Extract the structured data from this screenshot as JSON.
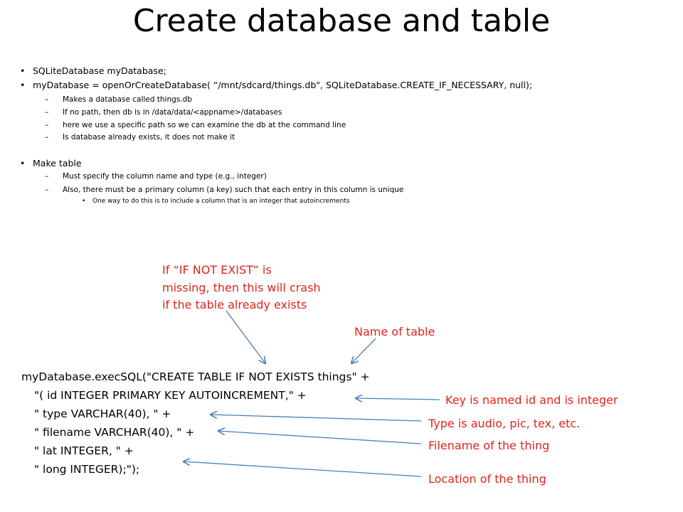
{
  "title": "Create database and table",
  "bullets": {
    "b1": "SQLiteDatabase myDatabase;",
    "b2": "myDatabase = openOrCreateDatabase( “/mnt/sdcard/things.db\", SQLiteDatabase.CREATE_IF_NECESSARY, null);",
    "b2_subs": [
      "Makes a database called things.db",
      "If no path, then db is in /data/data/<appname>/databases",
      "here we use a specific path so we can examine the db at the command line",
      "Is database already exists, it does not make it"
    ],
    "b3": "Make table",
    "b3_subs": [
      "Must specify the column name and type (e.g., integer)",
      "Also, there must be a primary column (a key) such that each entry in this column is unique"
    ],
    "b3_subsub": "One way to do this is to include a column that is an integer that autoincrements",
    "bullet_mark": "•",
    "dash_mark": "–"
  },
  "code": [
    "myDatabase.execSQL(\"CREATE  TABLE IF NOT EXISTS things\" +",
    "\"( id INTEGER PRIMARY KEY AUTOINCREMENT,\" +",
    "\" type VARCHAR(40),  \" +",
    "\" filename VARCHAR(40),  \" +",
    "\" lat INTEGER,  \" +",
    "\" long INTEGER);\");"
  ],
  "annotations": {
    "if_not_exist": [
      "If “IF NOT EXIST” is",
      "missing, then this will crash",
      "if the table already exists"
    ],
    "table_name": "Name of table",
    "key": "Key is named id and is integer",
    "type": "Type is audio, pic, tex, etc.",
    "filename": "Filename of the thing",
    "location": "Location of the thing"
  },
  "colors": {
    "annotation_text": "#e0241b",
    "arrow": "#4a7ebb"
  }
}
